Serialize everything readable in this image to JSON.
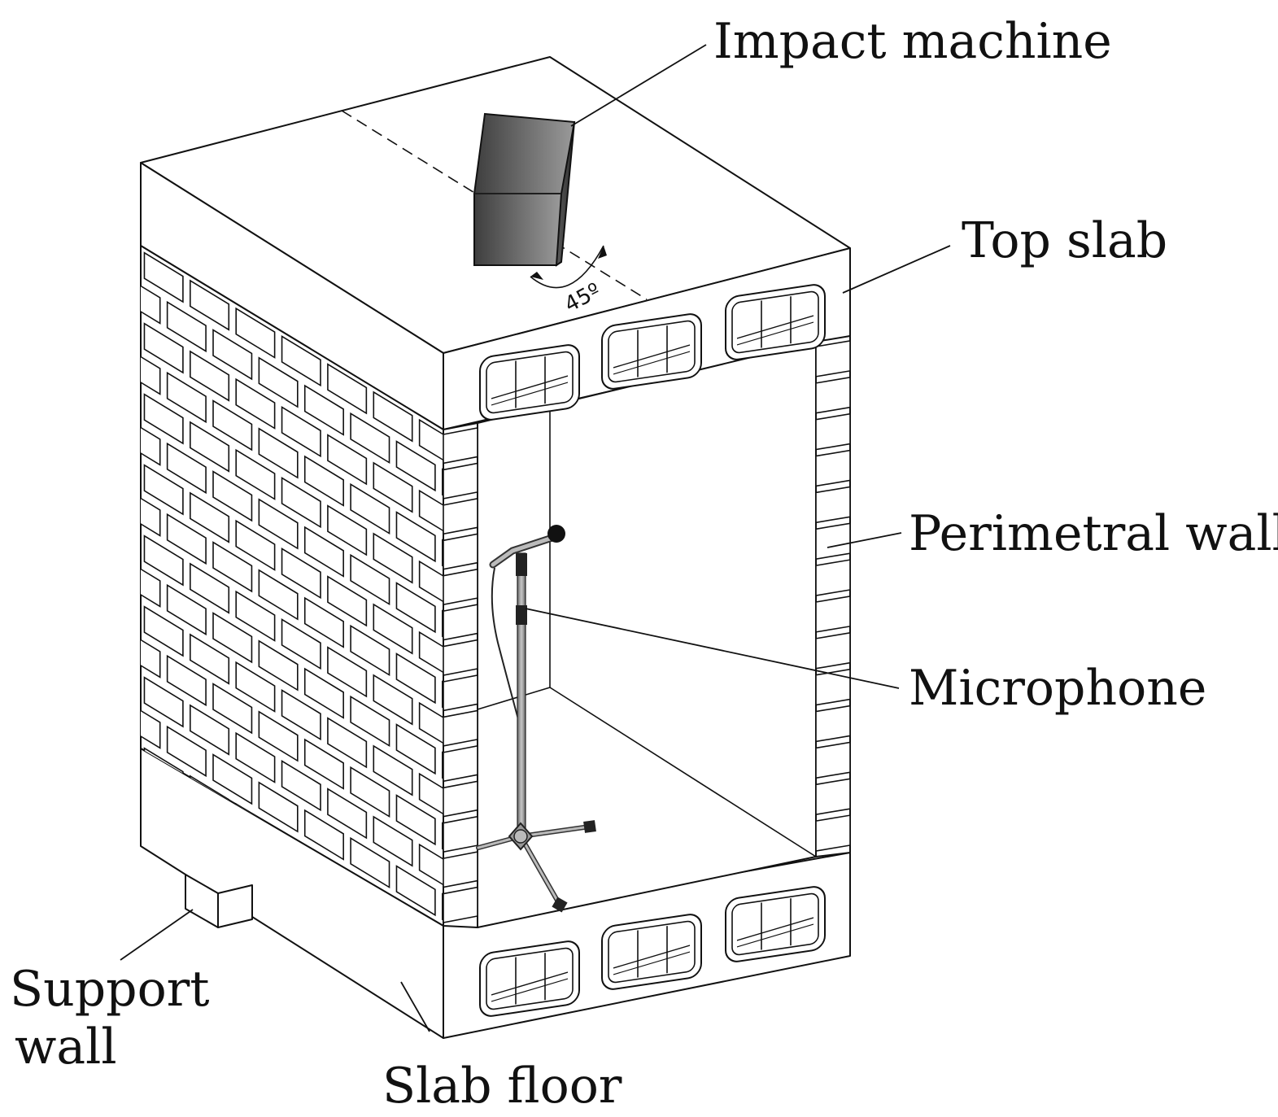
{
  "labels": {
    "impact_machine": "Impact machine",
    "top_slab": "Top slab",
    "perimetral_wall": "Perimetral wall",
    "microphone": "Microphone",
    "support_wall_line1": "Support",
    "support_wall_line2": "wall",
    "slab_floor": "Slab floor",
    "angle": "45º"
  },
  "colors": {
    "line": "#111111",
    "background": "#ffffff",
    "machine_light": "#9a9a9a",
    "machine_dark": "#3e3e3e",
    "stand": "#8c8c8c"
  }
}
